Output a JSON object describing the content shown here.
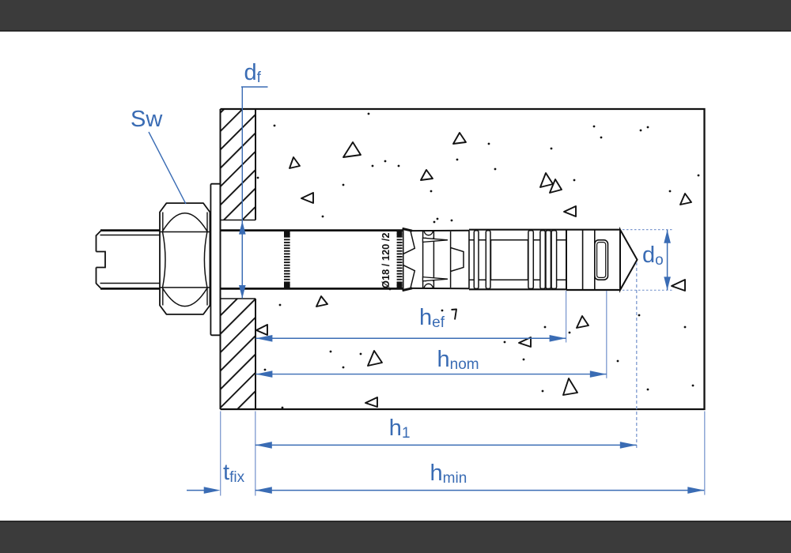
{
  "figure": {
    "type": "technical-drawing",
    "subject": "Bolt anchor installed in concrete, side section view with installation dimensions",
    "background_color": "#ffffff",
    "frame_band_color": "#3b3b3b",
    "line_color": "#111111",
    "dimension_color": "#3a6cb4",
    "extension_line_color": "#7d99cf"
  },
  "anchor_marking": "Ø18 / 120 /2",
  "labels": {
    "sw": {
      "main": "Sw",
      "sub": ""
    },
    "df": {
      "main": "d",
      "sub": "f"
    },
    "do": {
      "main": "d",
      "sub": "o"
    },
    "hef": {
      "main": "h",
      "sub": "ef"
    },
    "hnom": {
      "main": "h",
      "sub": "nom"
    },
    "h1": {
      "main": "h",
      "sub": "1"
    },
    "tfix": {
      "main": "t",
      "sub": "fix"
    },
    "hmin": {
      "main": "h",
      "sub": "min"
    }
  }
}
